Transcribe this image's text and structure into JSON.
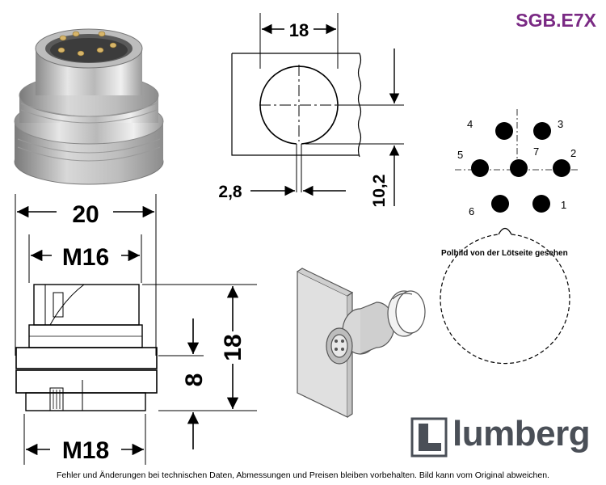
{
  "header": {
    "part_number": "SGB.E7X",
    "part_number_color": "#7a2a84"
  },
  "panel_cutout": {
    "width_label": "18",
    "flat_label": "10,2",
    "slot_label": "2,8"
  },
  "side_view": {
    "overall_label": "20",
    "thread_top_label": "M16",
    "thread_bottom_label": "M18",
    "height_label": "18",
    "flange_label": "8"
  },
  "pole_view": {
    "caption": "Polbild von der Lötseite gesehen",
    "pins": [
      "1",
      "2",
      "3",
      "4",
      "5",
      "6",
      "7"
    ]
  },
  "brand": {
    "name": "lumberg",
    "color": "#4a4f57"
  },
  "footer": {
    "disclaimer": "Fehler und Änderungen bei technischen Daten, Abmessungen und Preisen bleiben vorbehalten. Bild kann vom Original abweichen."
  },
  "icons": [
    "lumberg-logo-icon",
    "connector-photo",
    "panel-mount-sketch"
  ]
}
